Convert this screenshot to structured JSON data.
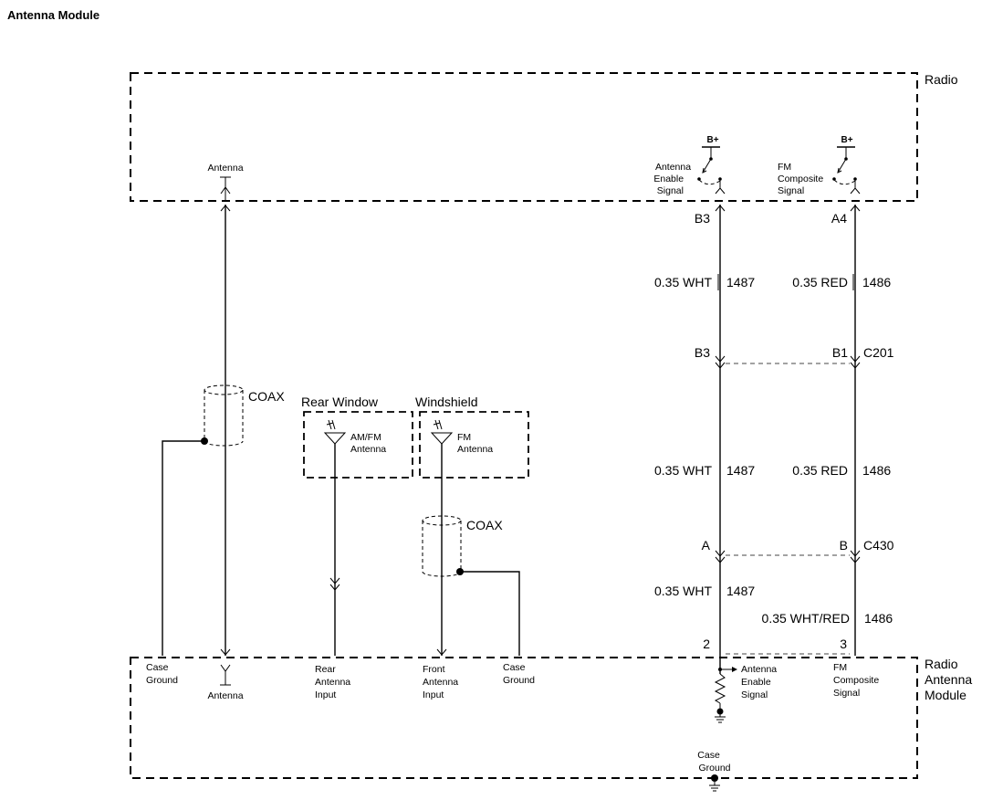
{
  "title": "Antenna Module",
  "radio": {
    "label": "Radio",
    "antenna_terminal": "Antenna",
    "b_plus_1": "B+",
    "b_plus_2": "B+",
    "antenna_enable": [
      "Antenna",
      "Enable",
      "Signal"
    ],
    "fm_composite": [
      "FM",
      "Composite",
      "Signal"
    ],
    "pin_b3": "B3",
    "pin_a4": "A4"
  },
  "wires": {
    "w1_gauge": "0.35 WHT",
    "w1_circuit": "1487",
    "w2_gauge": "0.35 RED",
    "w2_circuit": "1486",
    "w3_gauge": "0.35 WHT",
    "w3_circuit": "1487",
    "w4_gauge": "0.35 RED",
    "w4_circuit": "1486",
    "w5_gauge": "0.35 WHT",
    "w5_circuit": "1487",
    "w6_gauge": "0.35 WHT/RED",
    "w6_circuit": "1486"
  },
  "connectors": {
    "c201_left": "B3",
    "c201_right": "B1",
    "c201_name": "C201",
    "c430_left": "A",
    "c430_right": "B",
    "c430_name": "C430",
    "module_pin_2": "2",
    "module_pin_3": "3"
  },
  "coax_upper": "COAX",
  "coax_lower": "COAX",
  "rear_window": {
    "label": "Rear Window",
    "antenna": [
      "AM/FM",
      "Antenna"
    ]
  },
  "windshield": {
    "label": "Windshield",
    "antenna": [
      "FM",
      "Antenna"
    ]
  },
  "module": {
    "label": [
      "Radio",
      "Antenna",
      "Module"
    ],
    "case_ground_left": [
      "Case",
      "Ground"
    ],
    "antenna_terminal": "Antenna",
    "rear_input": [
      "Rear",
      "Antenna",
      "Input"
    ],
    "front_input": [
      "Front",
      "Antenna",
      "Input"
    ],
    "case_ground_mid": [
      "Case",
      "Ground"
    ],
    "antenna_enable": [
      "Antenna",
      "Enable",
      "Signal"
    ],
    "fm_composite": [
      "FM",
      "Composite",
      "Signal"
    ],
    "case_ground_bottom": [
      "Case",
      "Ground"
    ]
  }
}
